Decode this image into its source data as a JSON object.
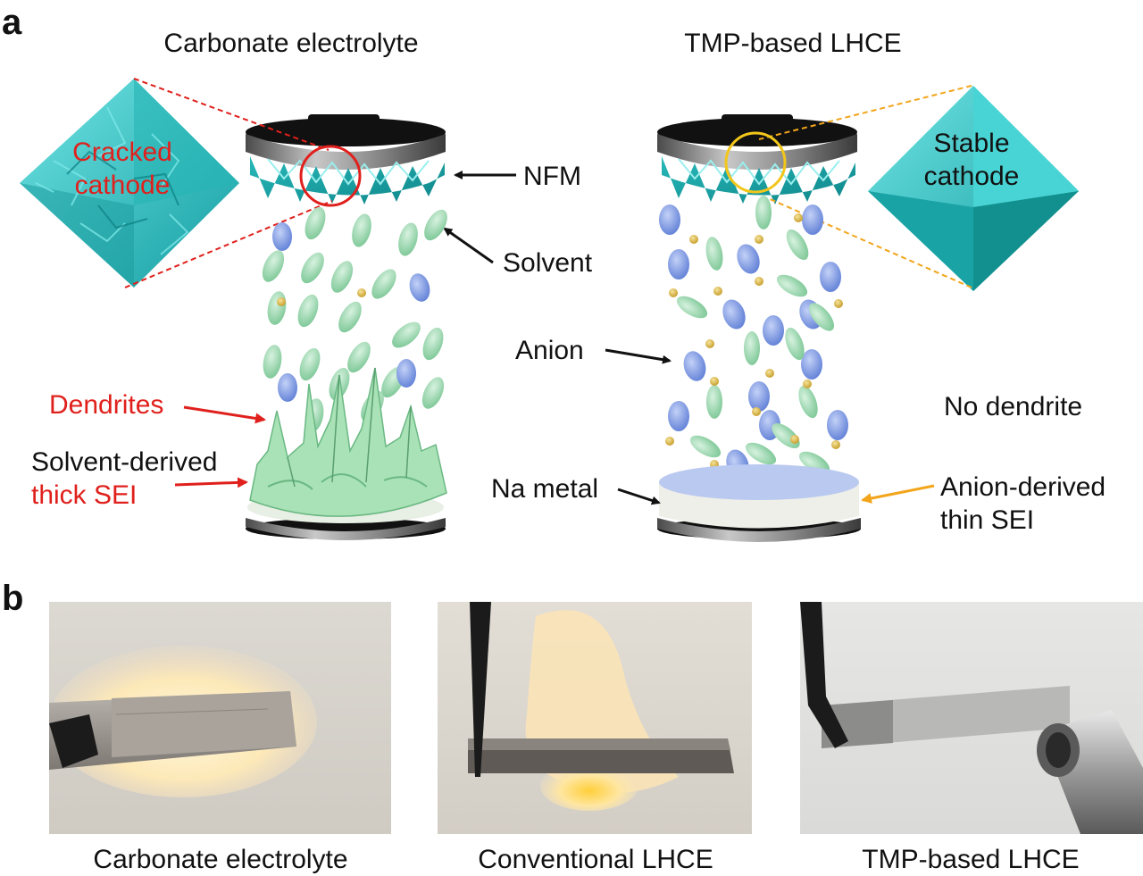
{
  "panel_a": {
    "letter": "a",
    "left_title": "Carbonate electrolyte",
    "right_title": "TMP-based LHCE",
    "cracked_cathode": [
      "Cracked",
      "cathode"
    ],
    "stable_cathode": [
      "Stable",
      "cathode"
    ],
    "nfm": "NFM",
    "solvent": "Solvent",
    "anion": "Anion",
    "dendrites": "Dendrites",
    "no_dendrite": "No dendrite",
    "solvent_sei": [
      "Solvent-derived",
      "thick SEI"
    ],
    "na_metal": "Na metal",
    "anion_sei": [
      "Anion-derived",
      "thin SEI"
    ]
  },
  "panel_b": {
    "letter": "b",
    "photos": [
      {
        "caption": "Carbonate electrolyte"
      },
      {
        "caption": "Conventional LHCE"
      },
      {
        "caption": "TMP-based LHCE"
      }
    ]
  },
  "colors": {
    "cathode": "#2ec4c4",
    "solvent": "#9fd9b0",
    "anion": "#7f9be0",
    "cation": "#d9b84a",
    "red": "#e0201c",
    "orange": "#f2a51a",
    "sei_light": "#c6d4f2"
  }
}
